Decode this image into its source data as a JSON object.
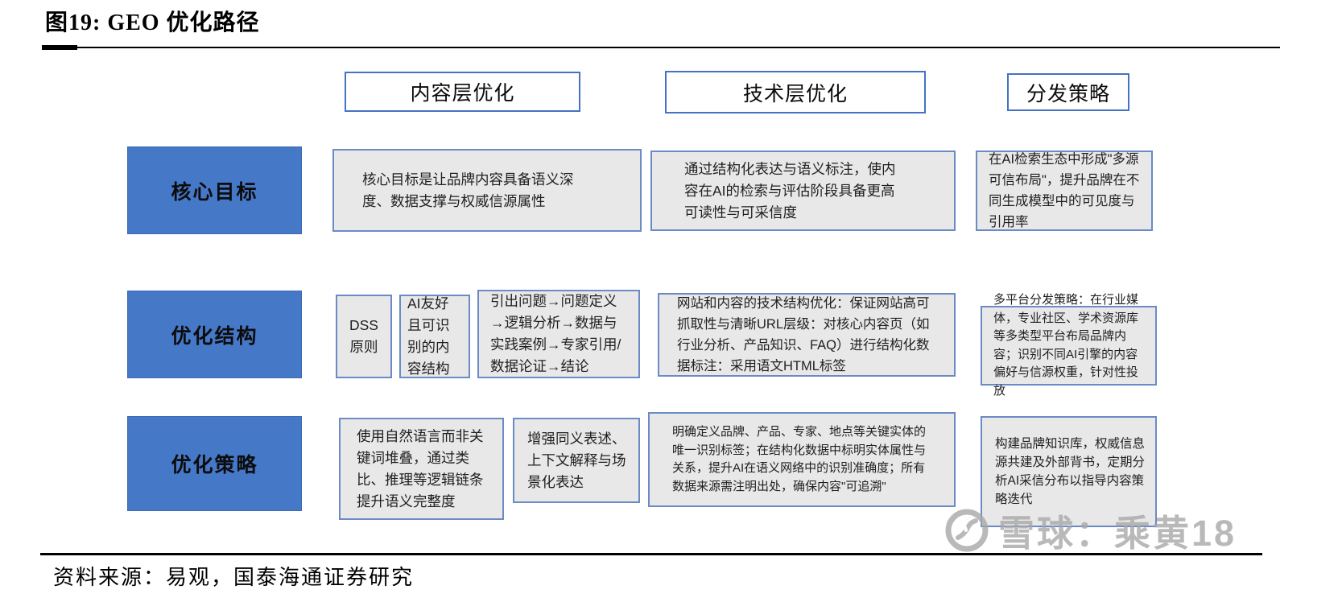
{
  "figure": {
    "title": "图19:  GEO 优化路径"
  },
  "columns": [
    {
      "label": "内容层优化"
    },
    {
      "label": "技术层优化"
    },
    {
      "label": "分发策略"
    }
  ],
  "rows": [
    {
      "label": "核心目标",
      "content": "核心目标是让品牌内容具备语义深度、数据支撑与权威信源属性",
      "tech": "通过结构化表达与语义标注，使内容在AI的检索与评估阶段具备更高可读性与可采信度",
      "dist": "在AI检索生态中形成\"多源可信布局\"，提升品牌在不同生成模型中的可见度与引用率"
    },
    {
      "label": "优化结构",
      "dss": "DSS 原则",
      "ai": "AI友好且可识别的内容结构",
      "flow": "引出问题→问题定义→逻辑分析→数据与实践案例→专家引用/数据论证→结论",
      "tech": "网站和内容的技术结构优化：保证网站高可抓取性与清晰URL层级：对核心内容页（如行业分析、产品知识、FAQ）进行结构化数据标注：采用语文HTML标签",
      "dist": "多平台分发策略：在行业媒体，专业社区、学术资源库等多类型平台布局品牌内容；识别不同AI引擎的内容偏好与信源权重，针对性投放"
    },
    {
      "label": "优化策略",
      "language": "使用自然语言而非关键词堆叠，通过类比、推理等逻辑链条提升语义完整度",
      "expression": "增强同义表述、上下文解释与场景化表达",
      "tech": "明确定义品牌、产品、专家、地点等关键实体的唯一识别标签；在结构化数据中标明实体属性与关系，提升AI在语义网络中的识别准确度；所有数据来源需注明出处，确保内容\"可追溯\"",
      "dist": "构建品牌知识库，权威信息源共建及外部背书，定期分析AI采信分布以指导内容策略迭代"
    }
  ],
  "footer": {
    "source": "资料来源：易观，国泰海通证券研究"
  },
  "watermark": {
    "text": "雪球：乘黄18"
  },
  "colors": {
    "accent_blue": "#4678c8",
    "cell_gray": "#e8e8e8",
    "cell_border_blue": "#6b8ac6",
    "watermark_gray": "#a8a8a8"
  }
}
